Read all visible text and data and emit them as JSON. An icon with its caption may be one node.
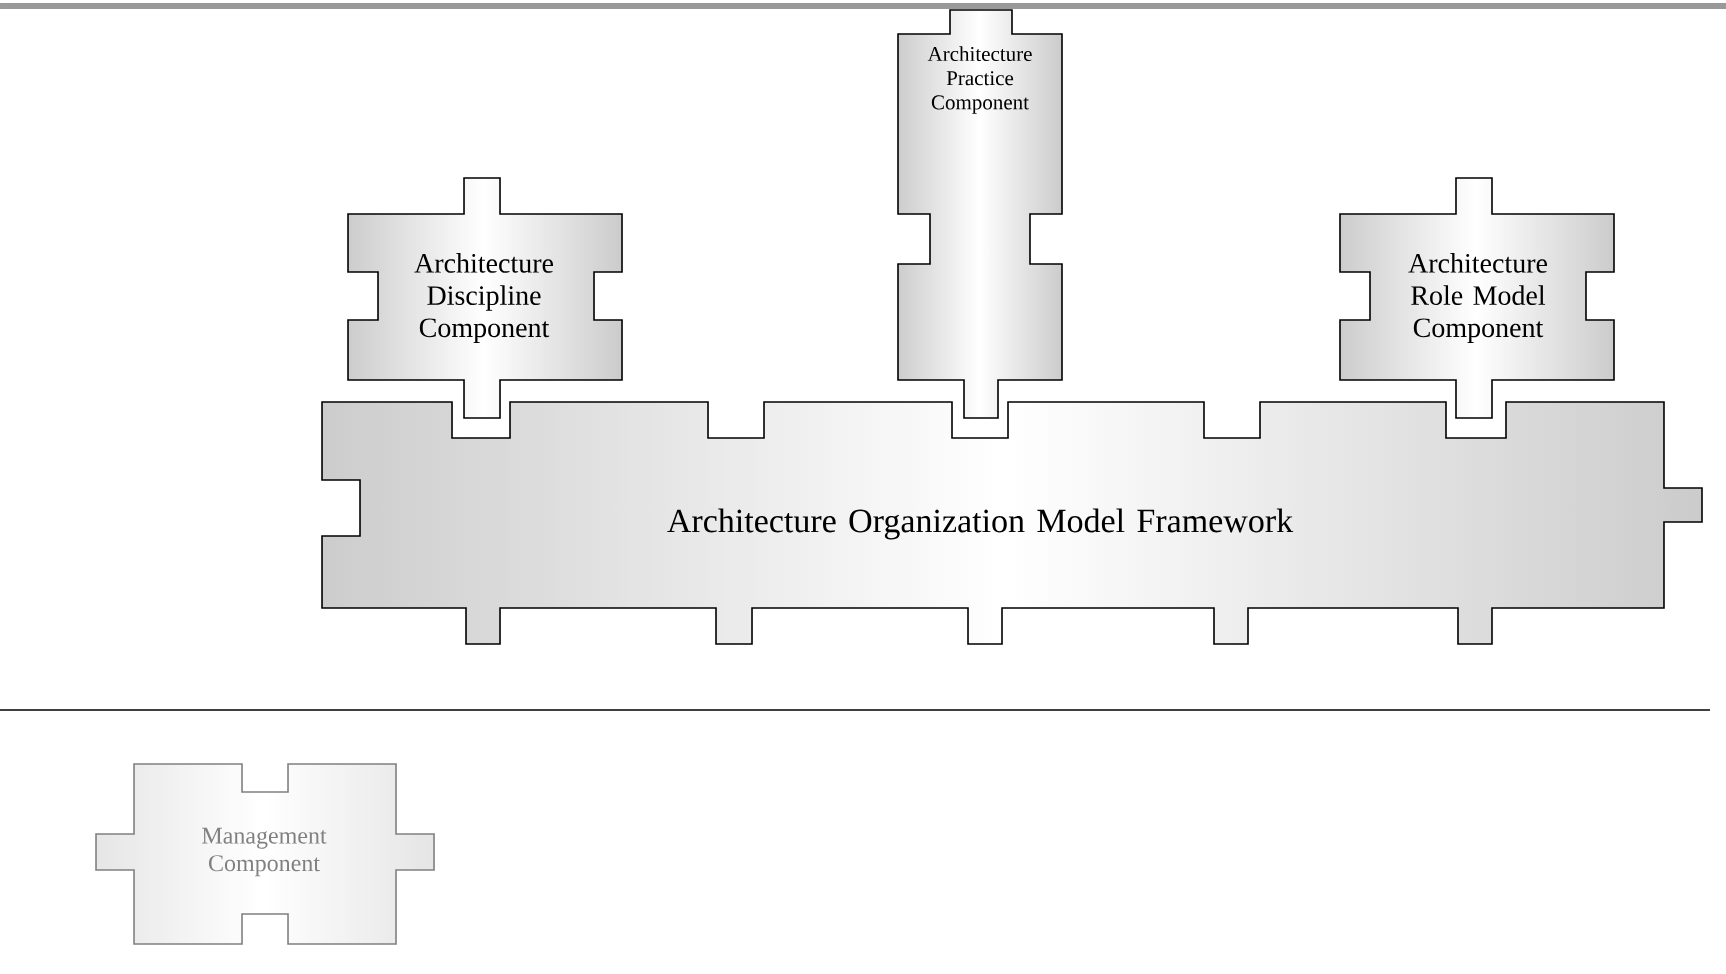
{
  "diagram": {
    "nodes": [
      {
        "text": [
          "Architecture Organization Model Framework"
        ]
      },
      {
        "text": [
          "Architecture Discipline Component"
        ]
      },
      {
        "text": [
          "Architecture Practice Component"
        ]
      },
      {
        "text": [
          "Architecture Role Model Component"
        ]
      },
      {
        "text": [
          "Management Component"
        ]
      }
    ]
  }
}
